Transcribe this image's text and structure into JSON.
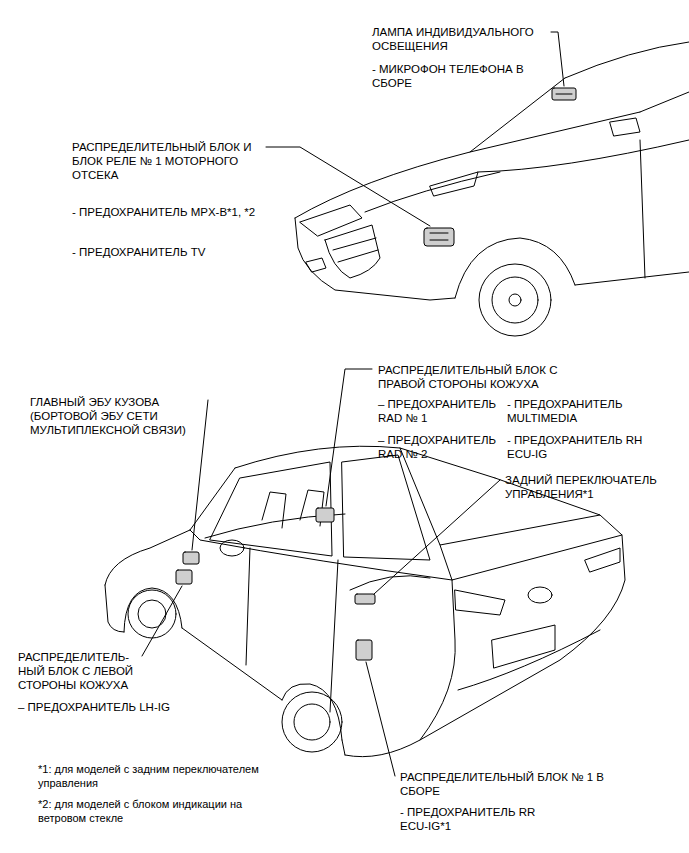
{
  "diagram": {
    "labels": [
      "ЛАМПА ИНДИВИДУАЛЬНОГО ОСВЕЩЕНИЯ",
      "- МИКРОФОН ТЕЛЕФОНА В СБОРЕ",
      "РАСПРЕДЕЛИТЕЛЬНЫЙ БЛОК И БЛОК РЕЛЕ № 1 МОТОРНОГО ОТСЕКА",
      "- ПРЕДОХРАНИТЕЛЬ MPX-B*1, *2",
      "- ПРЕДОХРАНИТЕЛЬ TV",
      "РАСПРЕДЕЛИТЕЛЬНЫЙ БЛОК С ПРАВОЙ СТОРОНЫ КОЖУХА",
      "– ПРЕДОХРАНИТЕЛЬ RAD № 1",
      "- ПРЕДОХРАНИТЕЛЬ MULTIMEDIA",
      "– ПРЕДОХРАНИТЕЛЬ RAD № 2",
      "- ПРЕДОХРАНИТЕЛЬ RH ECU-IG",
      "ГЛАВНЫЙ ЭБУ КУЗОВА (БОРТОВОЙ ЭБУ СЕТИ МУЛЬТИПЛЕКСНОЙ СВЯЗИ)",
      "ЗАДНИЙ ПЕРЕКЛЮЧАТЕЛЬ УПРАВЛЕНИЯ*1",
      "РАСПРЕДЕЛИТЕЛЬ- НЫЙ БЛОК С ЛЕВОЙ СТОРОНЫ КОЖУХА",
      "– ПРЕДОХРАНИТЕЛЬ LH-IG",
      "*1: для моделей с задним переключателем управления",
      "*2: для моделей с блоком индикации на ветровом стекле",
      "РАСПРЕДЕЛИТЕЛЬНЫЙ БЛОК № 1 В СБОРЕ",
      "- ПРЕДОХРАНИТЕЛЬ RR ECU-IG*1"
    ]
  }
}
